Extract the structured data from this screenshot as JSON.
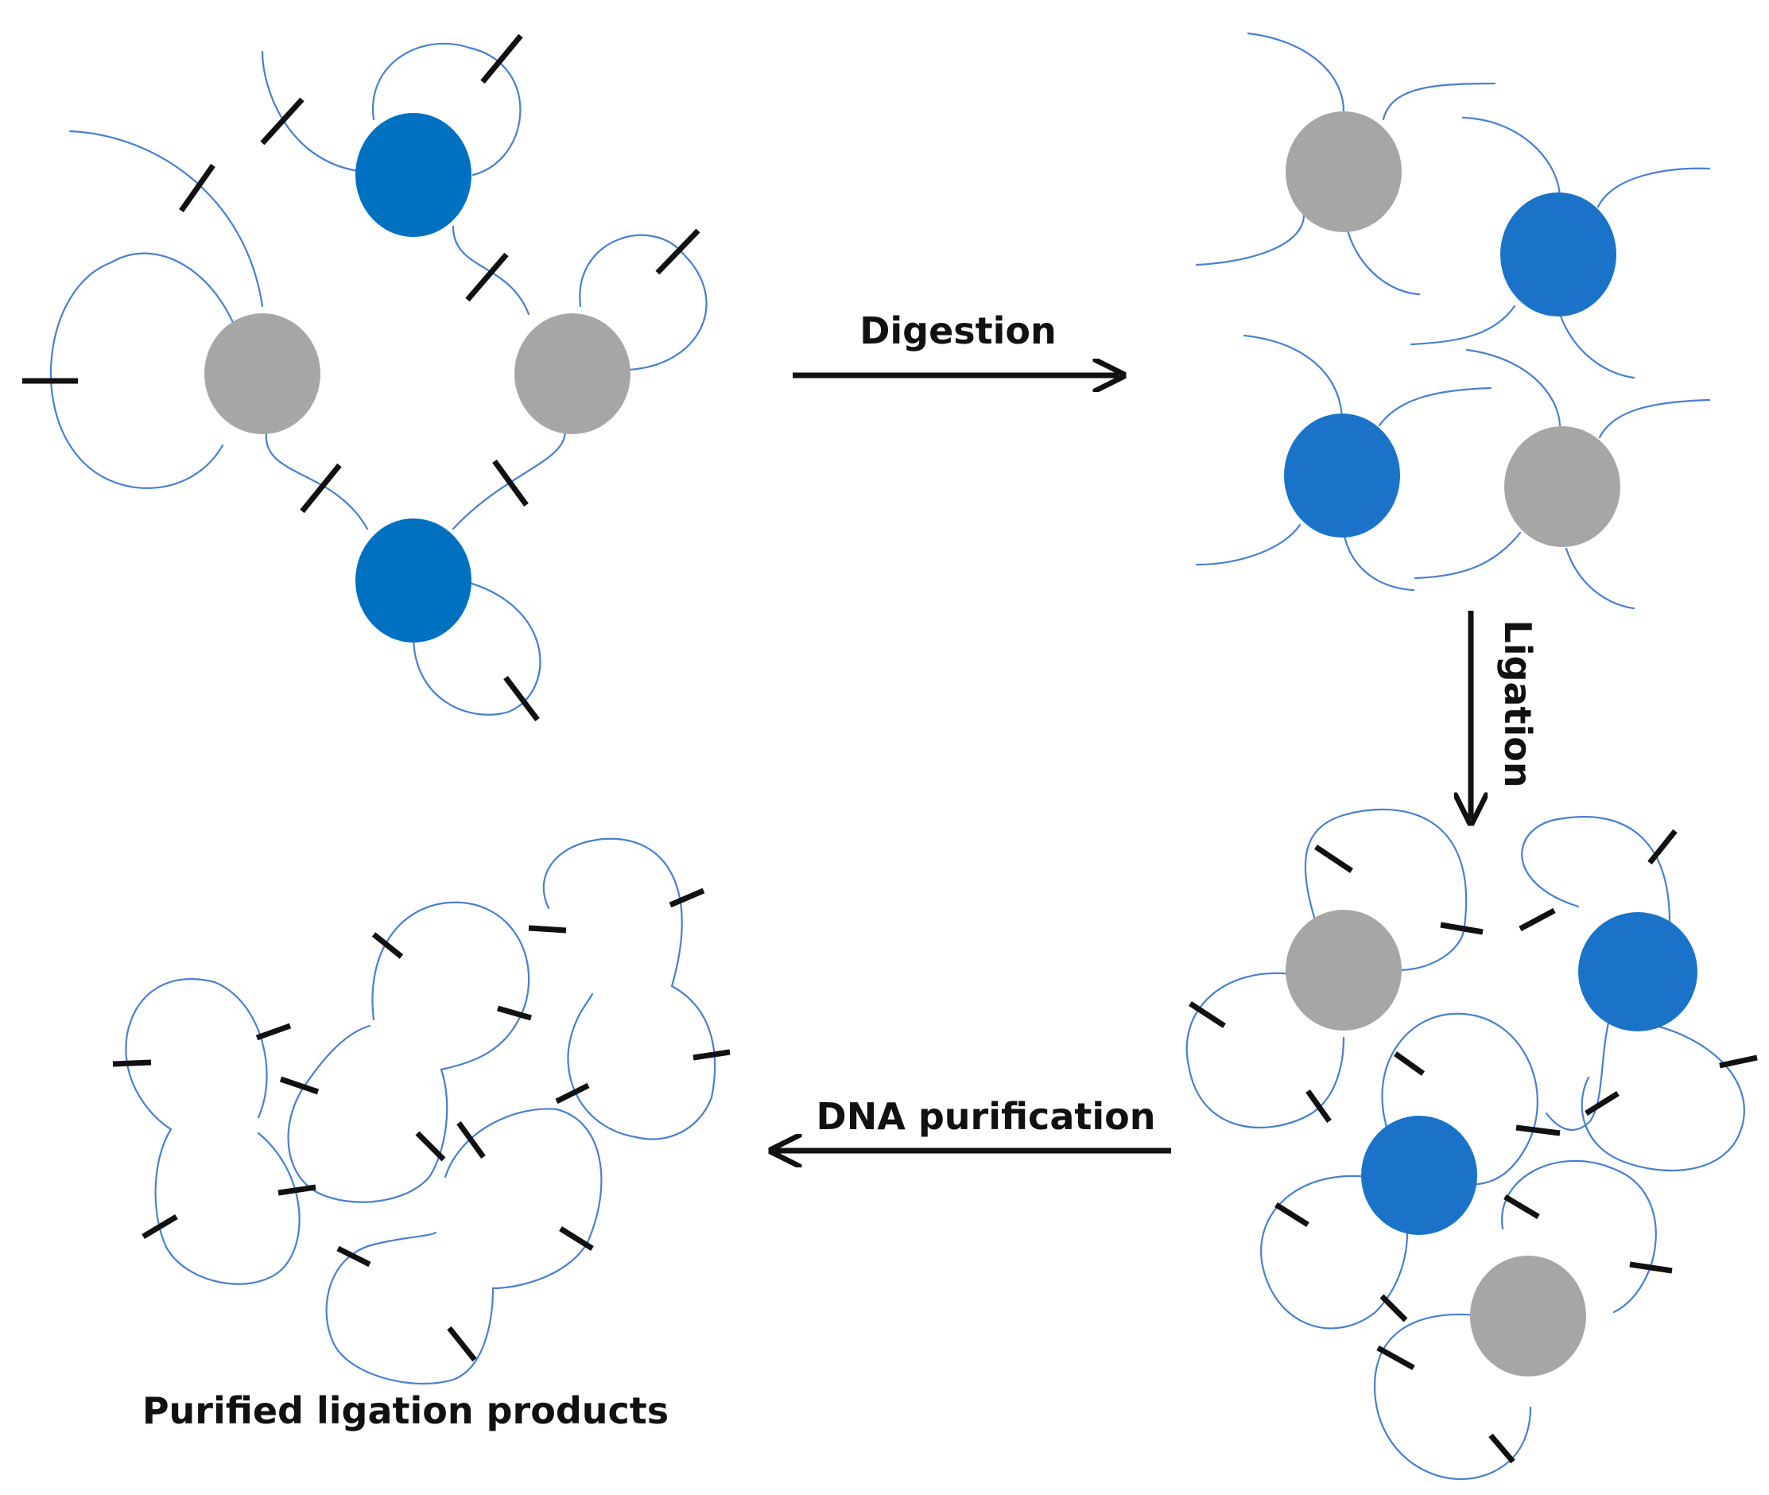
{
  "colors": {
    "blue_nucleosome": "#0070c0",
    "grey_nucleosome": "#a6a6a6",
    "dna_strand": "#4a7fd0",
    "cut_site": "#111111",
    "arrow": "#111111"
  },
  "steps": {
    "digestion": "Digestion",
    "ligation": "Ligation",
    "purification": "DNA purification"
  },
  "caption": "Purified ligation products"
}
